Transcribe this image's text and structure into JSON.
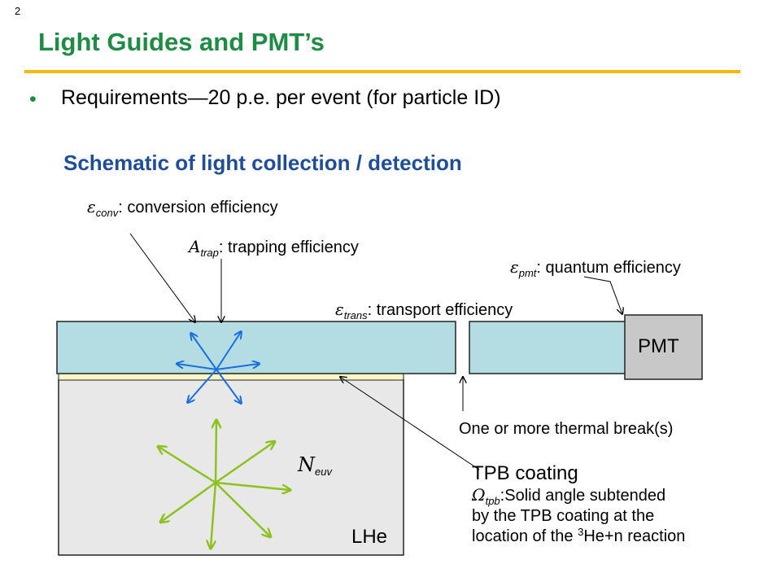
{
  "slide_number": "2",
  "title": "Light Guides and PMT’s",
  "bullet": "Requirements—20 p.e. per event (for particle ID)",
  "subtitle": "Schematic of light collection / detection",
  "labels": {
    "conv_symbol": "ε",
    "conv_sub": "conv",
    "conv_text": ": conversion efficiency",
    "trap_symbol": "A",
    "trap_sub": "trap",
    "trap_text": ": trapping efficiency",
    "pmt_symbol": "ε",
    "pmt_sub": "pmt",
    "pmt_text": ": quantum efficiency",
    "trans_symbol": "ε",
    "trans_sub": "trans",
    "trans_text": ": transport efficiency",
    "pmt_box": "PMT",
    "thermal_break": "One or more thermal break(s)",
    "neuv_symbol": "N",
    "neuv_sub": "euv",
    "lhe": "LHe",
    "tpb_title": "TPB coating",
    "tpb_symbol": "Ω",
    "tpb_sub": "tpb",
    "tpb_line1": ":Solid angle subtended",
    "tpb_line2": "by the TPB coating at the",
    "tpb_line3_pre": "location of the ",
    "tpb_sup": "3",
    "tpb_line3_post": "He+n reaction"
  },
  "colors": {
    "title_green": "#1e8c44",
    "subtitle_blue": "#1f4e99",
    "rule_gold": "#f5b800",
    "guide_fill": "#b3dde2",
    "cell_fill": "#e8e8e8",
    "tpb_fill": "#fbf6c8",
    "pmt_fill": "#c8c8c8",
    "blue_arrow": "#1a6fe0",
    "green_arrow": "#8cc21e"
  }
}
